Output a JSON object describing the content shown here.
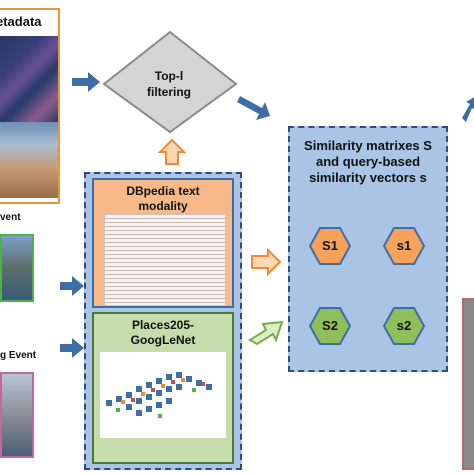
{
  "metadata": {
    "title": "etadata"
  },
  "events": {
    "label_1": "vent",
    "label_2": "g Event"
  },
  "filter": {
    "line1": "Top-l",
    "line2": "filtering"
  },
  "dbpedia": {
    "line1": "DBpedia text",
    "line2": "modality"
  },
  "places": {
    "line1": "Places205-",
    "line2": "GoogLeNet"
  },
  "similarity": {
    "line1": "Similarity matrixes S",
    "line2": "and query-based",
    "line3": "similarity vectors s",
    "nodes": [
      "S1",
      "s1",
      "S2",
      "s2"
    ]
  },
  "colors": {
    "orange_box": "#f7b98a",
    "green_box": "#c6dcac",
    "blue_panel": "#a9c4e4",
    "arrow_blue": "#3e6ea6",
    "hex_orange": "#f7a25a",
    "hex_green": "#8fbf5a"
  }
}
